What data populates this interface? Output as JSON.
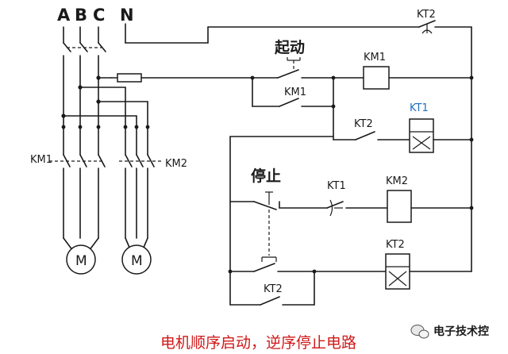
{
  "supply": {
    "phase_a": "A",
    "phase_b": "B",
    "phase_c": "C",
    "neutral": "N"
  },
  "motors": {
    "motor1": "M",
    "motor2": "M"
  },
  "contactors": {
    "km1_main": "KM1",
    "km2_main": "KM2",
    "km1_coil": "KM1",
    "km1_aux": "KM1",
    "km2_coil": "KM2"
  },
  "timers": {
    "kt2_top": "KT2",
    "kt1_coil": "KT1",
    "kt2_contact_mid": "KT2",
    "kt1_contact": "KT1",
    "kt2_coil": "KT2",
    "kt2_contact_bottom": "KT2"
  },
  "buttons": {
    "start": "起动",
    "stop": "停止"
  },
  "caption": "电机顺序启动，逆序停止电路",
  "watermark": "电子技术控",
  "colors": {
    "line": "#1a1a1a",
    "caption": "#d01818",
    "kt1_label": "#1f6fc0"
  },
  "icons": [
    "wechat-logo-icon"
  ]
}
